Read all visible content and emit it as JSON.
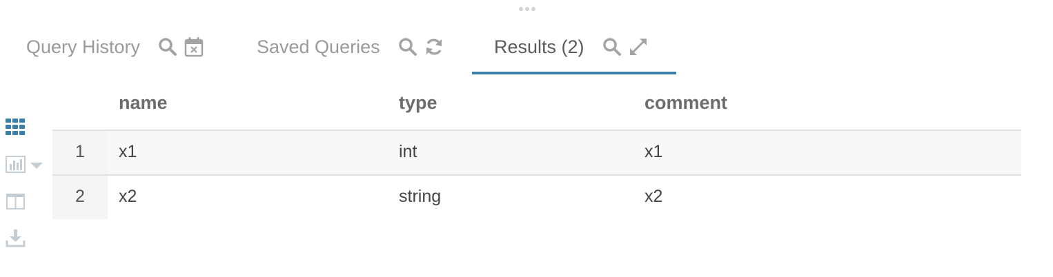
{
  "tabs": [
    {
      "label": "Query History",
      "icons": [
        "search-icon",
        "calendar-times-icon"
      ]
    },
    {
      "label": "Saved Queries",
      "icons": [
        "search-icon",
        "refresh-icon"
      ]
    },
    {
      "label": "Results (2)",
      "icons": [
        "search-icon",
        "expand-icon"
      ],
      "active": true
    }
  ],
  "toolbar": {
    "icons": [
      "grid-icon",
      "bar-chart-icon",
      "caret-down-icon",
      "columns-icon",
      "download-icon"
    ]
  },
  "table": {
    "columns": [
      "name",
      "type",
      "comment"
    ],
    "rows": [
      {
        "index": "1",
        "name": "x1",
        "type": "int",
        "comment": "x1"
      },
      {
        "index": "2",
        "name": "x2",
        "type": "string",
        "comment": "x2"
      }
    ]
  },
  "colors": {
    "accent": "#3a7fa8",
    "muted_text": "#9a9a9a",
    "active_text": "#5a5a5a",
    "icon": "#a3a3a3",
    "disabled_icon": "#c4cdd3"
  }
}
